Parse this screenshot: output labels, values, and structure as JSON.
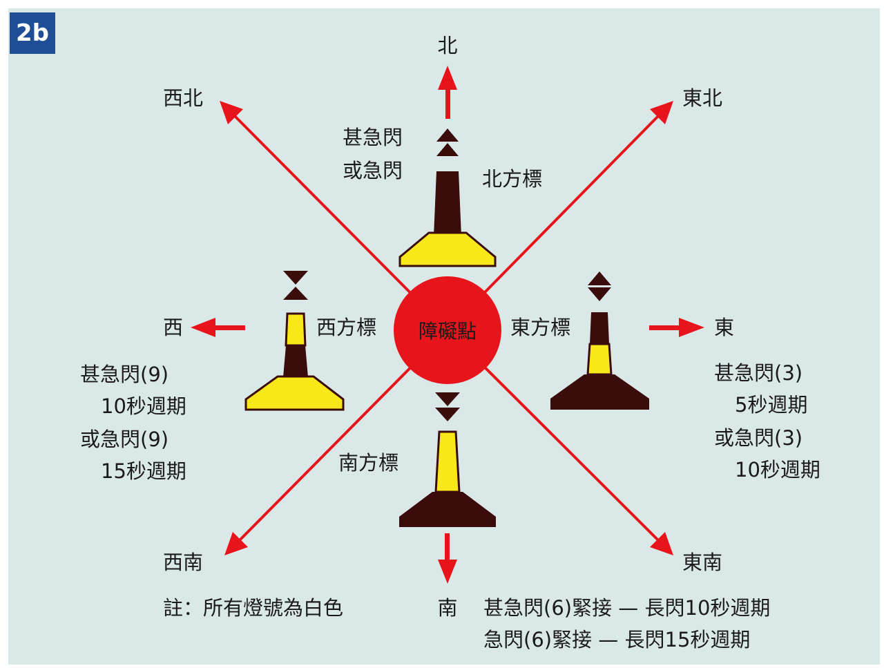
{
  "figure_label": "2b",
  "center": {
    "label": "障礙點"
  },
  "directions": {
    "north": "北",
    "south": "南",
    "east": "東",
    "west": "西",
    "northeast": "東北",
    "northwest": "西北",
    "southeast": "東南",
    "southwest": "西南"
  },
  "marks": {
    "north": {
      "name": "北方標",
      "light": [
        "甚急閃",
        "或急閃"
      ]
    },
    "east": {
      "name": "東方標",
      "light": [
        "甚急閃(3)",
        "5秒週期",
        "或急閃(3)",
        "10秒週期"
      ]
    },
    "west": {
      "name": "西方標",
      "light": [
        "甚急閃(9)",
        "10秒週期",
        "或急閃(9)",
        "15秒週期"
      ]
    },
    "south": {
      "name": "南方標",
      "light": [
        "甚急閃(6)緊接 — 長閃10秒週期",
        "急閃(6)緊接 — 長閃15秒週期"
      ]
    }
  },
  "note": "註：所有燈號為白色",
  "colors": {
    "background": "#dbe8e8",
    "red": "#e8141b",
    "black": "#3a0c0c",
    "yellow": "#f7e81a",
    "badge": "#1f4e96"
  }
}
